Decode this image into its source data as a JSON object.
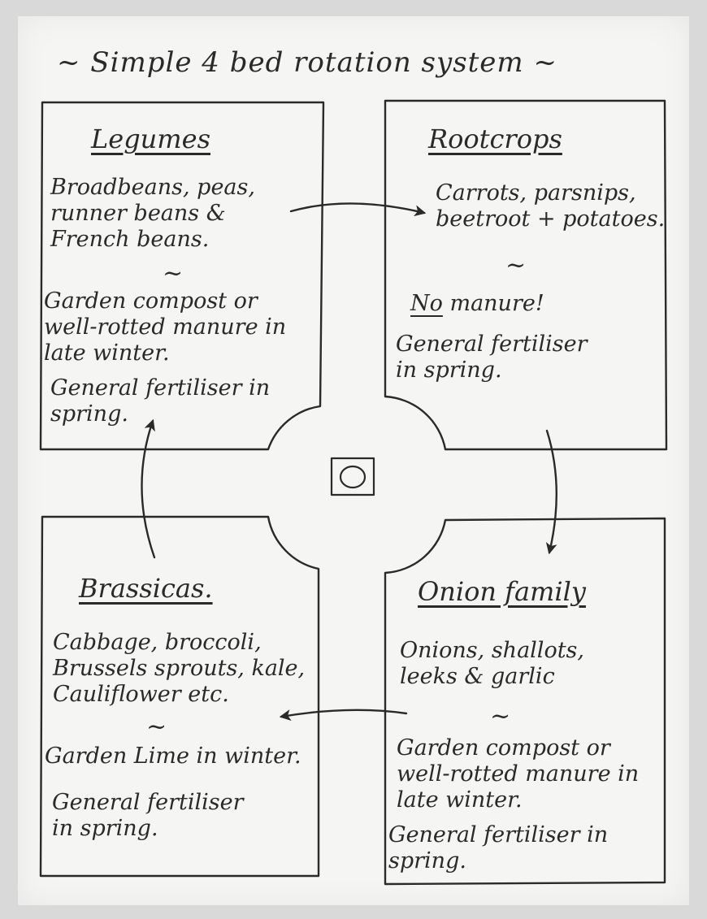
{
  "title": "~ Simple 4 bed rotation system ~",
  "beds": {
    "legumes": {
      "heading": "Legumes",
      "crops": "Broadbeans, peas,\nrunner beans &\nFrench beans.",
      "separator": "~",
      "winter": "Garden compost or\nwell-rotted manure in\nlate winter.",
      "spring": "General fertiliser in\nspring."
    },
    "rootcrops": {
      "heading": "Rootcrops",
      "crops": "Carrots, parsnips,\nbeetroot + potatoes.",
      "separator": "~",
      "no_word": "No",
      "manure_text": " manure!",
      "spring": "General fertiliser\nin spring."
    },
    "brassicas": {
      "heading": "Brassicas.",
      "crops": "Cabbage, broccoli,\nBrussels sprouts, kale,\nCauliflower etc.",
      "separator": "~",
      "winter": "Garden Lime in winter.",
      "spring": "General fertiliser\nin spring."
    },
    "onion_family": {
      "heading": "Onion family",
      "crops": "Onions, shallots,\nleeks & garlic",
      "separator": "~",
      "winter": "Garden compost or\nwell-rotted manure in\nlate winter.",
      "spring": "General fertiliser in\nspring."
    }
  }
}
